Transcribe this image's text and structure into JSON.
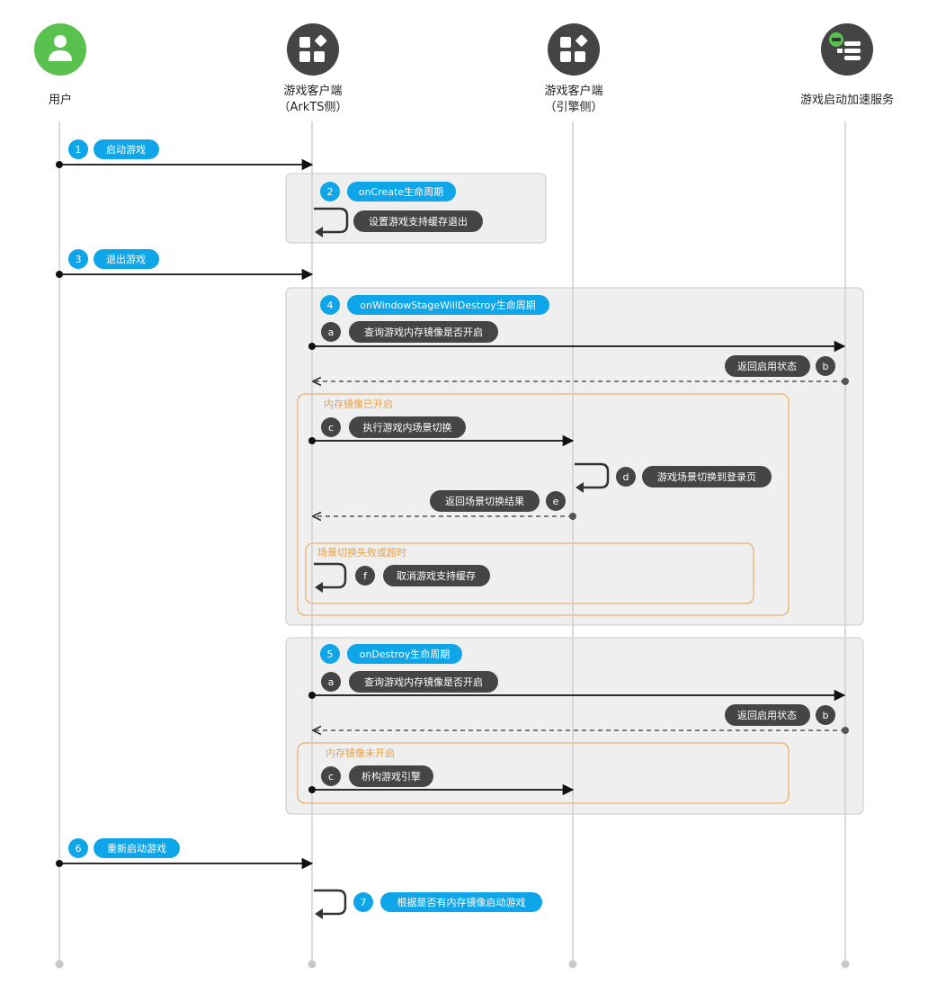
{
  "actors": [
    {
      "id": "user",
      "label": "用户",
      "icon": "user-icon",
      "color": "#59c24e"
    },
    {
      "id": "arkts",
      "label": "游戏客户端",
      "label2": "（ArkTS侧）",
      "icon": "app-grid-icon",
      "color": "#444444"
    },
    {
      "id": "engine",
      "label": "游戏客户端",
      "label2": "（引擎侧）",
      "icon": "app-grid-icon",
      "color": "#444444"
    },
    {
      "id": "service",
      "label": "游戏启动加速服务",
      "label2": "",
      "icon": "gamepad-server-icon",
      "color": "#444444"
    }
  ],
  "colors": {
    "blue": "#0fa5e9",
    "dark": "#454545",
    "orange": "#e8a04a",
    "box": "#efefef",
    "box_border": "#c8c8c8",
    "line": "#cfcfcf"
  },
  "steps": {
    "s1": {
      "badge": "1",
      "text": "启动游戏"
    },
    "s2": {
      "badge": "2",
      "text": "onCreate生命周期"
    },
    "s2a": {
      "text": "设置游戏支持缓存退出"
    },
    "s3": {
      "badge": "3",
      "text": "退出游戏"
    },
    "s4": {
      "badge": "4",
      "text": "onWindowStageWillDestroy生命周期"
    },
    "s4a": {
      "badge": "a",
      "text": "查询游戏内存镜像是否开启"
    },
    "s4b": {
      "badge": "b",
      "text": "返回启用状态"
    },
    "s4group": {
      "label": "内存镜像已开启"
    },
    "s4c": {
      "badge": "c",
      "text": "执行游戏内场景切换"
    },
    "s4d": {
      "badge": "d",
      "text": "游戏场景切换到登录页"
    },
    "s4e": {
      "badge": "e",
      "text": "返回场景切换结果"
    },
    "s4fail": {
      "label": "场景切换失败或超时"
    },
    "s4f": {
      "badge": "f",
      "text": "取消游戏支持缓存"
    },
    "s5": {
      "badge": "5",
      "text": "onDestroy生命周期"
    },
    "s5a": {
      "badge": "a",
      "text": "查询游戏内存镜像是否开启"
    },
    "s5b": {
      "badge": "b",
      "text": "返回启用状态"
    },
    "s5group": {
      "label": "内存镜像未开启"
    },
    "s5c": {
      "badge": "c",
      "text": "析构游戏引擎"
    },
    "s6": {
      "badge": "6",
      "text": "重新启动游戏"
    },
    "s7": {
      "badge": "7",
      "text": "根据是否有内存镜像启动游戏"
    }
  }
}
